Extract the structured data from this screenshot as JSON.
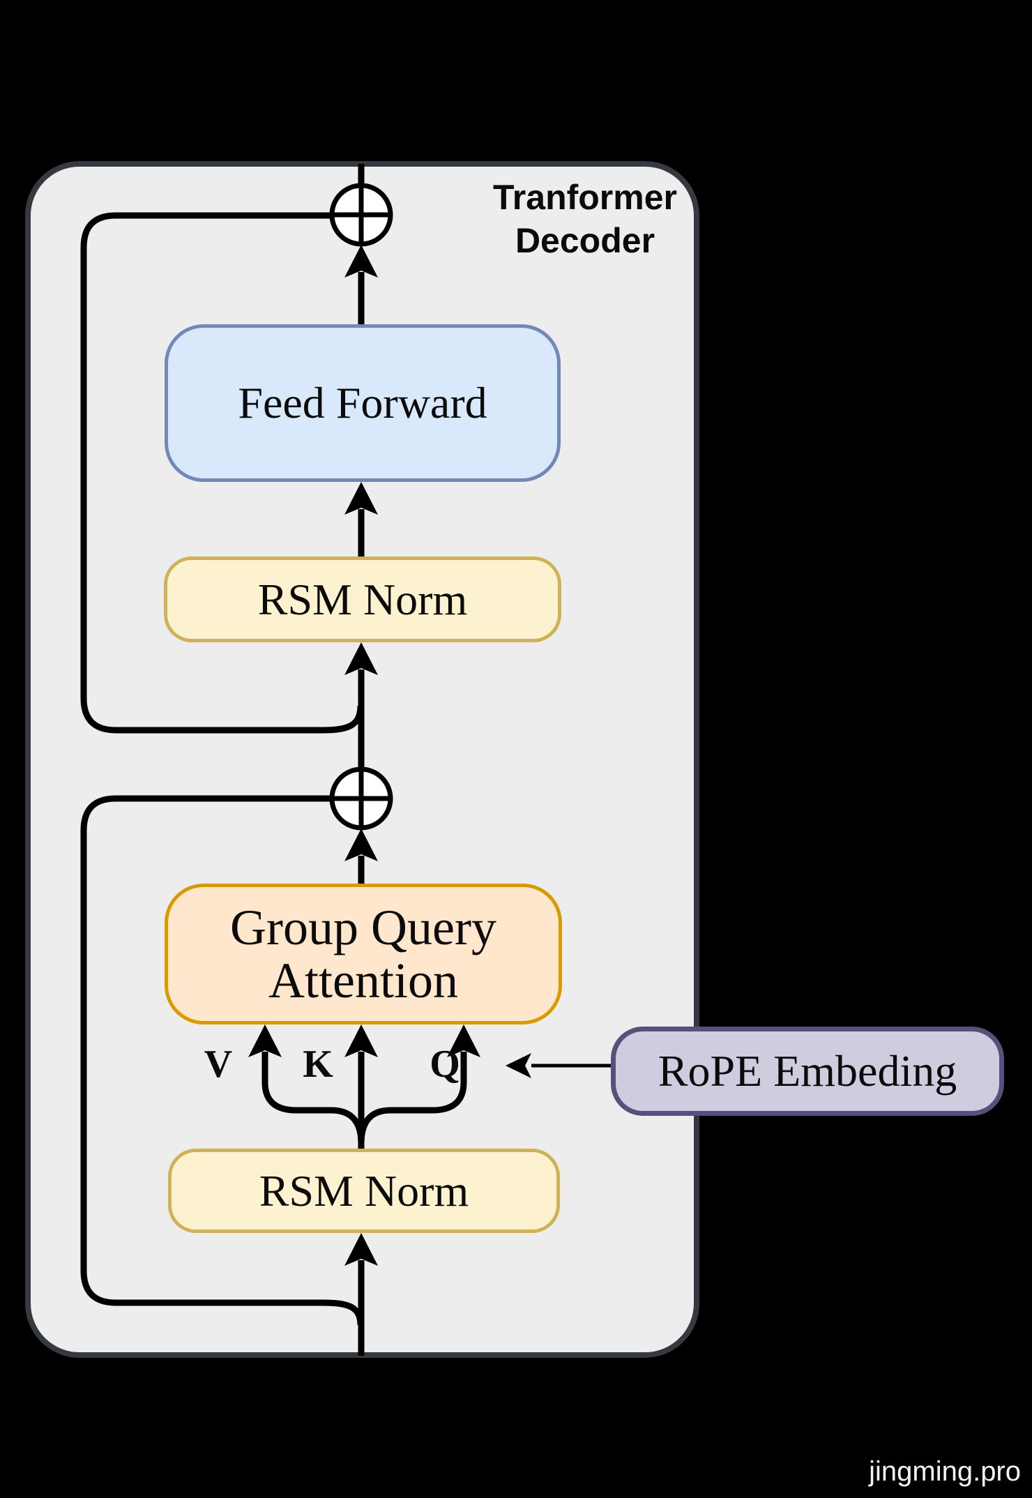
{
  "diagram": {
    "title": {
      "line1": "Tranformer",
      "line2": "Decoder"
    },
    "blocks": {
      "feed_forward": {
        "label": "Feed Forward"
      },
      "rsm_norm_top": {
        "label": "RSM Norm"
      },
      "group_query_attention": {
        "line1": "Group Query",
        "line2": "Attention"
      },
      "rsm_norm_bottom": {
        "label": "RSM Norm"
      },
      "rope_embedding": {
        "label": "RoPE Embeding"
      }
    },
    "attention_inputs": {
      "v": "V",
      "k": "K",
      "q": "Q"
    },
    "add_nodes": {
      "count": 2,
      "symbol": "circled-plus"
    },
    "watermark": "jingming.pro"
  },
  "colors": {
    "background": "#000000",
    "decoder_panel_fill": "#ededee",
    "decoder_panel_stroke": "#353a41",
    "feed_forward_fill": "#dae8fc",
    "feed_forward_stroke": "#7289b8",
    "rsm_norm_fill": "#fdf2cf",
    "rsm_norm_stroke": "#cfb257",
    "gqa_fill": "#ffe7cd",
    "gqa_stroke": "#d79b00",
    "rope_fill": "#cfccdf",
    "rope_stroke": "#55517c",
    "connector": "#000000",
    "add_node_fill": "#ffffff",
    "text": "#0b0b0b",
    "watermark_color": "#f3f3f3"
  }
}
